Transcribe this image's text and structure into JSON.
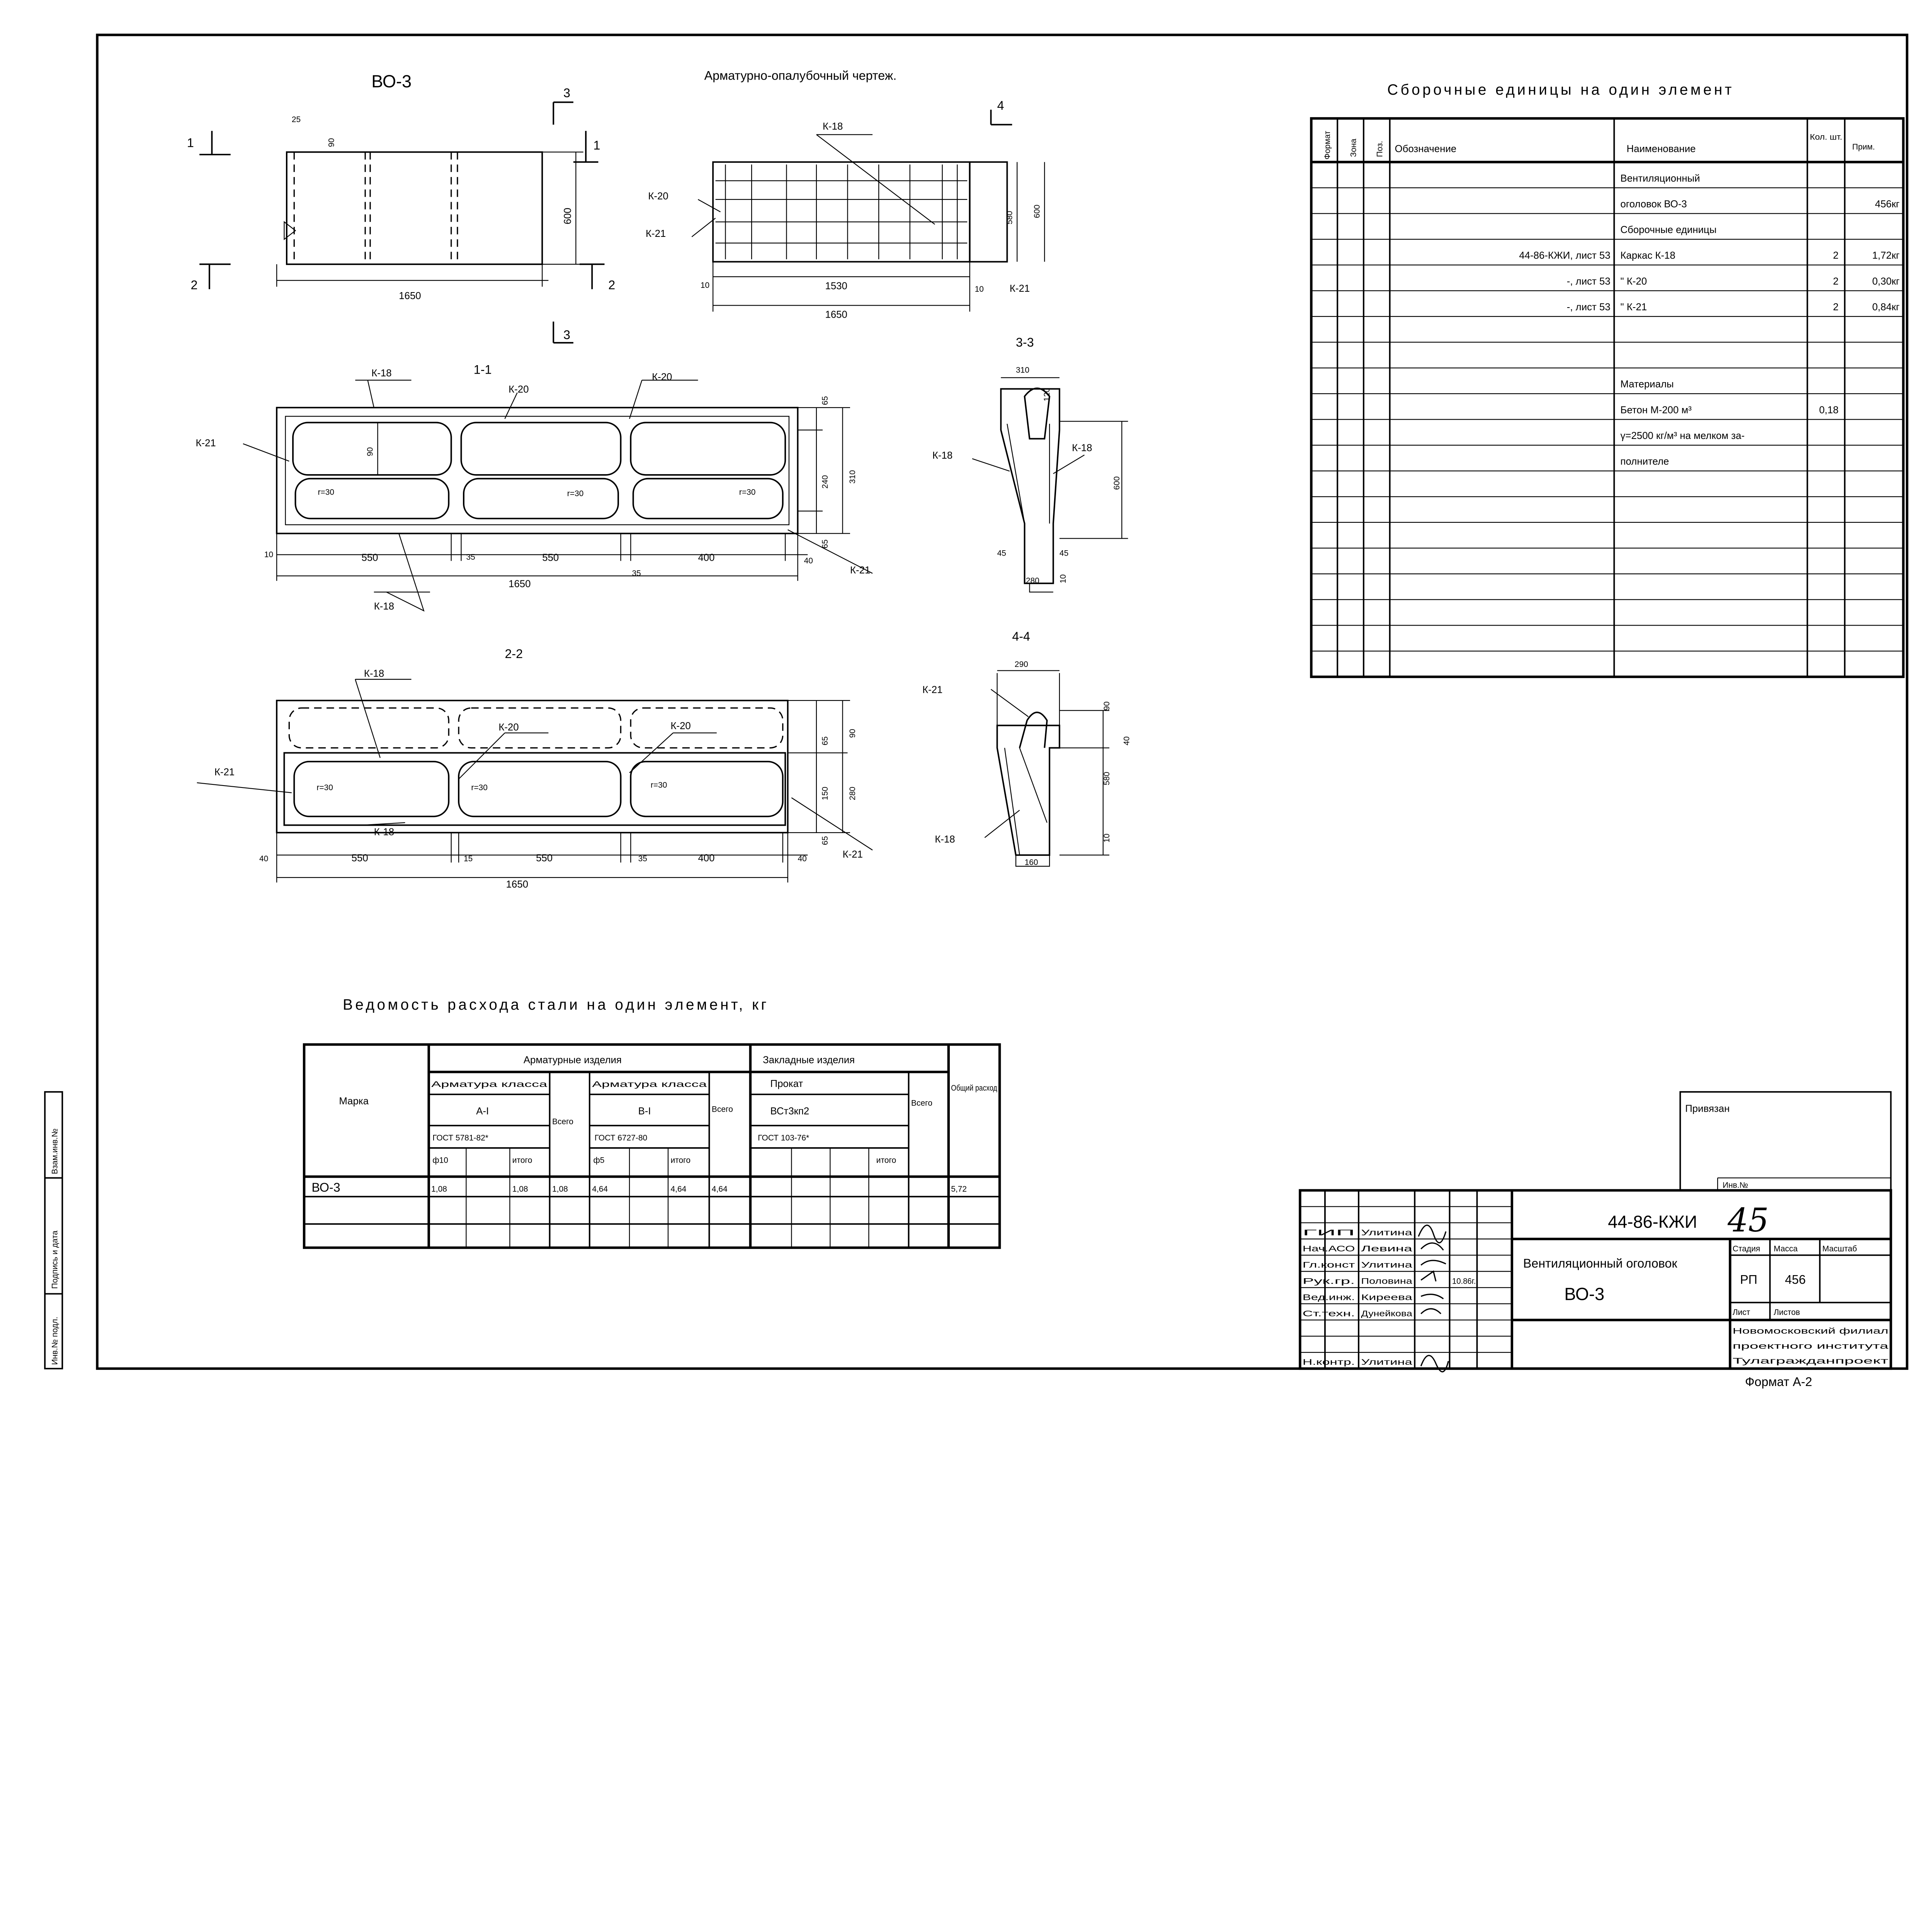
{
  "sheet": {
    "element_mark": "ВО-3",
    "title": "Арматурно-опалубочный чертеж.",
    "format": "Формат А-2"
  },
  "side_stamp": [
    "Инв.№ подл.",
    "Подпись и дата",
    "Взам.инв.№"
  ],
  "views": {
    "front": {
      "marks": [
        "1",
        "1",
        "2",
        "2",
        "3",
        "3"
      ],
      "dims": [
        "25",
        "90",
        "600",
        "1650"
      ]
    },
    "reinf": {
      "labels": [
        "К-18",
        "К-20",
        "К-21",
        "К-21",
        "4"
      ],
      "dims": [
        "580",
        "600",
        "1530",
        "1650",
        "10",
        "10"
      ]
    },
    "sec11": {
      "title": "1-1",
      "labels": [
        "К-18",
        "К-20",
        "К-20",
        "К-21",
        "К-21",
        "К-18"
      ],
      "radius": [
        "r=30",
        "r=30",
        "r=30"
      ],
      "dims": [
        "90",
        "65",
        "240",
        "310",
        "65",
        "10",
        "550",
        "35",
        "550",
        "35",
        "400",
        "40",
        "1650"
      ]
    },
    "sec33": {
      "title": "3-3",
      "labels": [
        "К-18",
        "К-18"
      ],
      "dims": [
        "310",
        "120",
        "600",
        "45",
        "45",
        "280",
        "10"
      ]
    },
    "sec22": {
      "title": "2-2",
      "labels": [
        "К-18",
        "К-20",
        "К-20",
        "К-21",
        "К-18",
        "К-21"
      ],
      "radius": [
        "r=30",
        "r=30",
        "r=30"
      ],
      "dims": [
        "65",
        "90",
        "150",
        "280",
        "65",
        "40",
        "550",
        "15",
        "550",
        "35",
        "400",
        "40",
        "1650"
      ]
    },
    "sec44": {
      "title": "4-4",
      "labels": [
        "К-21",
        "К-18"
      ],
      "dims": [
        "290",
        "90",
        "40",
        "580",
        "160",
        "10"
      ]
    }
  },
  "spec": {
    "title": "Сборочные единицы на один элемент",
    "headers": [
      "Формат",
      "Зона",
      "Поз.",
      "Обозначение",
      "Наименование",
      "Кол. шт.",
      "Прим."
    ],
    "rows": [
      [
        "",
        "Вентиляционный",
        "",
        ""
      ],
      [
        "",
        "оголовок ВО-3",
        "",
        "456кг"
      ],
      [
        "",
        "Сборочные единицы",
        "",
        ""
      ],
      [
        "44-86-КЖИ, лист 53",
        "Каркас К-18",
        "2",
        "1,72кг"
      ],
      [
        "-, лист 53",
        "\"   К-20",
        "2",
        "0,30кг"
      ],
      [
        "-, лист 53",
        "\"   К-21",
        "2",
        "0,84кг"
      ],
      [
        "",
        "",
        "",
        ""
      ],
      [
        "",
        "",
        "",
        ""
      ],
      [
        "",
        "Материалы",
        "",
        ""
      ],
      [
        "",
        "Бетон М-200      м³",
        "0,18",
        ""
      ],
      [
        "",
        "γ=2500 кг/м³ на мелком за-",
        "",
        ""
      ],
      [
        "",
        "полнителе",
        "",
        ""
      ]
    ]
  },
  "steel": {
    "title": "Ведомость расхода стали на один элемент, кг",
    "mark_header": "Марка",
    "rebar_group": "Арматурные изделия",
    "embedded_group": "Закладные изделия",
    "total_header": "Общий расход",
    "rebar_class_1": "Арматура класса",
    "rebar_class_2": "Арматура класса",
    "rolled": "Прокат",
    "total": "Всего",
    "class_1": "А-I",
    "class_2": "В-I",
    "steel_grade": "ВСт3кп2",
    "gost_1": "ГОСТ 5781-82*",
    "gost_2": "ГОСТ 6727-80",
    "gost_3": "ГОСТ 103-76*",
    "diam_1": "ф10",
    "diam_2": "ф5",
    "subtotal": "итого",
    "row": [
      "ВО-3",
      "1,08",
      "",
      "1,08",
      "1,08",
      "4,64",
      "",
      "4,64",
      "4,64",
      "",
      "",
      "",
      "",
      "",
      "5,72"
    ]
  },
  "title_block": {
    "attached_label": "Привязан",
    "inv_label": "Инв.№",
    "doc_code": "44-86-КЖИ",
    "sheet_no": "45",
    "name": "Вентиляционный оголовок",
    "mark": "ВО-3",
    "stage_label": "Стадия",
    "mass_label": "Масса",
    "scale_label": "Масштаб",
    "stage": "РП",
    "mass": "456",
    "sheet_label": "Лист",
    "sheets_label": "Листов",
    "org": [
      "Новомосковский филиал",
      "проектного института",
      "Тулагражданпроект"
    ],
    "staff": [
      {
        "role": "ГИП",
        "name": "Улитина"
      },
      {
        "role": "Нач.АСО",
        "name": "Левина"
      },
      {
        "role": "Гл.конст",
        "name": "Улитина"
      },
      {
        "role": "Рук.гр.",
        "name": "Половина",
        "date": "10.86г."
      },
      {
        "role": "Вед.инж.",
        "name": "Киреева"
      },
      {
        "role": "Ст.техн.",
        "name": "Дунейкова"
      },
      {
        "role": "Н.контр.",
        "name": "Улитина"
      }
    ]
  }
}
